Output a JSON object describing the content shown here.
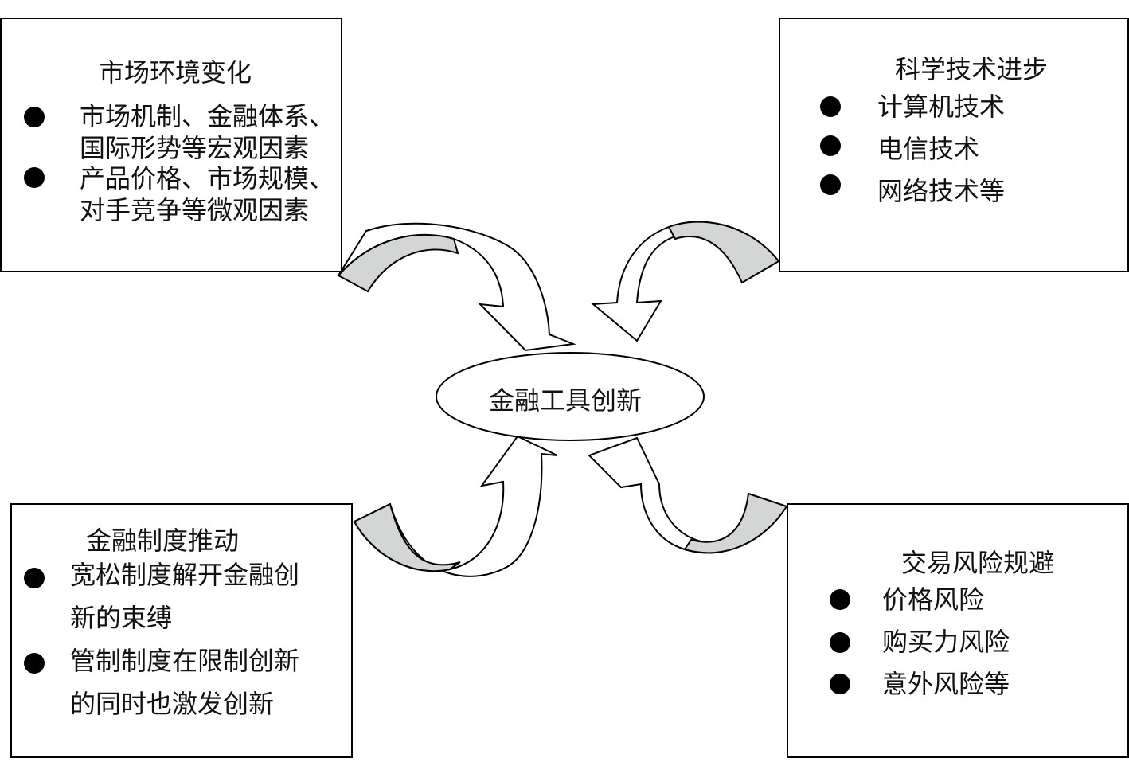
{
  "center": {
    "label": "金融工具创新"
  },
  "market": {
    "title": "市场环境变化",
    "items": [
      [
        "市场机制、金融体系、",
        "国际形势等宏观因素"
      ],
      [
        "产品价格、市场规模、",
        "对手竞争等微观因素"
      ]
    ]
  },
  "tech": {
    "title": "科学技术进步",
    "items": [
      "计算机技术",
      "电信技术",
      "网络技术等"
    ]
  },
  "policy": {
    "title": "金融制度推动",
    "items": [
      [
        "宽松制度解开金融创",
        "新的束缚"
      ],
      [
        "管制制度在限制创新",
        "的同时也激发创新"
      ]
    ]
  },
  "risk": {
    "title": "交易风险规避",
    "items": [
      "价格风险",
      "购买力风险",
      "意外风险等"
    ]
  },
  "colors": {
    "arrow_fill": "#d4d6d5",
    "line": "#000000"
  }
}
